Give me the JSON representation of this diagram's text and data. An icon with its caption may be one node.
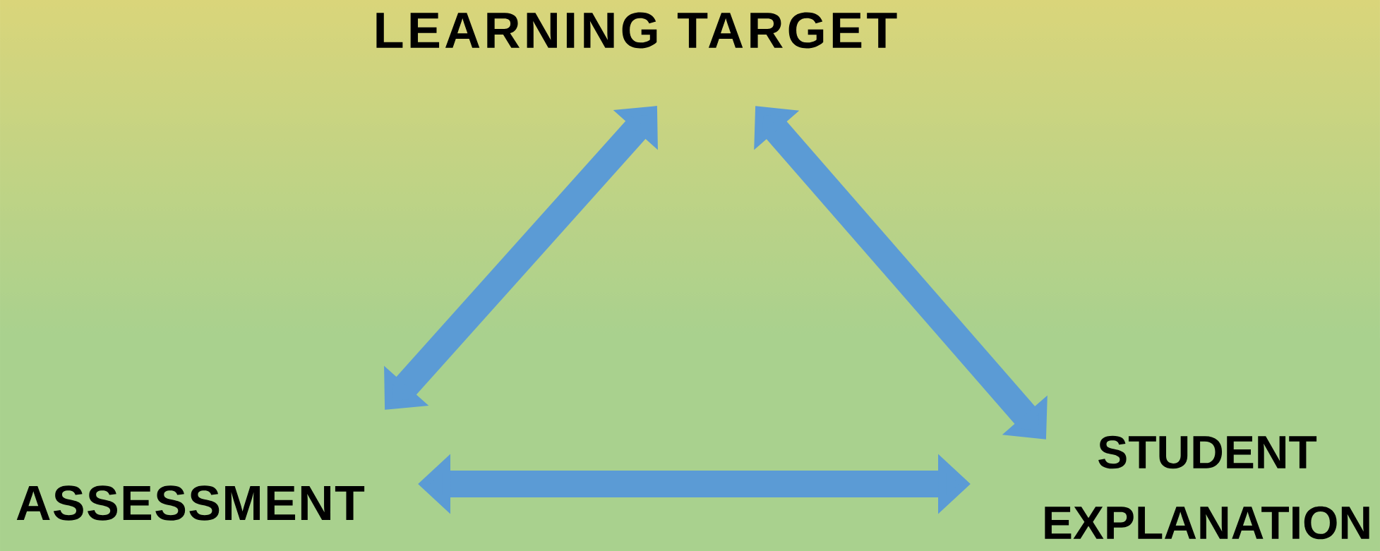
{
  "diagram": {
    "nodes": [
      {
        "text": [
          "LEARNING TARGET"
        ]
      },
      {
        "text": [
          "ASSESSMENT"
        ]
      },
      {
        "text": [
          "STUDENT EXPLANATION"
        ]
      }
    ],
    "edges": [
      {
        "from": 0,
        "to": 1,
        "arrow": "both"
      },
      {
        "from": 0,
        "to": 2,
        "arrow": "both"
      },
      {
        "from": 1,
        "to": 2,
        "arrow": "both"
      }
    ]
  }
}
